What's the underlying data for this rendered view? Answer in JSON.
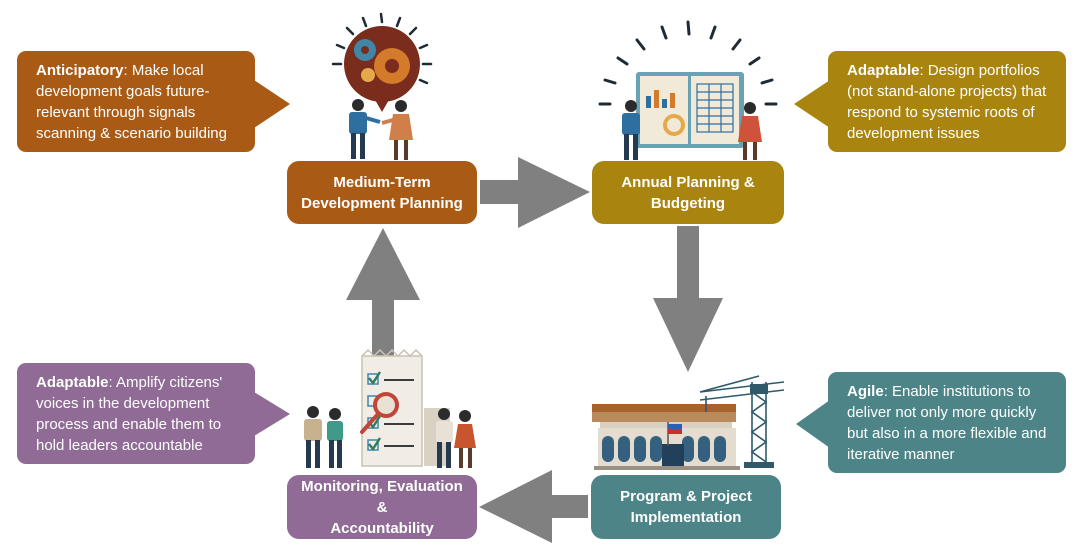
{
  "nodes": {
    "mtdp": {
      "label": "Medium-Term\nDevelopment Planning",
      "color": "#a95b16"
    },
    "apb": {
      "label": "Annual Planning &\nBudgeting",
      "color": "#a98510"
    },
    "ppi": {
      "label": "Program & Project\nImplementation",
      "color": "#4c8487"
    },
    "mea": {
      "label": "Monitoring, Evaluation &\nAccountability",
      "color": "#8f6b96"
    }
  },
  "callouts": {
    "anticipatory": {
      "heading": "Anticipatory",
      "text": ": Make local development goals future-relevant through signals scanning & scenario building"
    },
    "adaptable_top": {
      "heading": "Adaptable",
      "text": ": Design portfolios (not stand-alone projects) that respond to systemic roots of development issues"
    },
    "adaptable_mea": {
      "heading": "Adaptable",
      "text": ": Amplify citizens' voices in the development process and enable them to hold leaders accountable"
    },
    "agile": {
      "heading": "Agile",
      "text": ": Enable institutions to deliver not only more quickly but also in a more flexible and iterative manner"
    }
  },
  "arrow_color": "#808080",
  "illustrations": [
    "gears-idea-icon",
    "open-book-report-icon",
    "construction-crane-icon",
    "checklist-magnifier-icon"
  ]
}
